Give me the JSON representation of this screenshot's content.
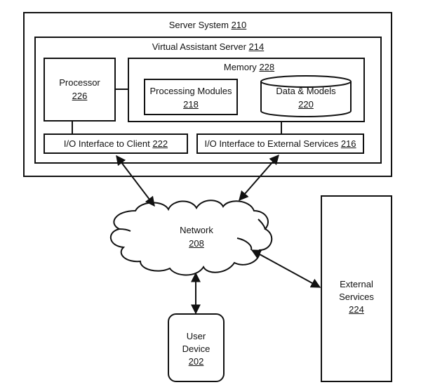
{
  "diagram": {
    "server_system": {
      "label": "Server System",
      "ref": "210"
    },
    "virtual_assistant_server": {
      "label": "Virtual Assistant Server",
      "ref": "214"
    },
    "processor": {
      "label": "Processor",
      "ref": "226"
    },
    "memory": {
      "label": "Memory",
      "ref": "228"
    },
    "processing_modules": {
      "label": "Processing Modules",
      "ref": "218"
    },
    "data_models": {
      "label": "Data & Models",
      "ref": "220"
    },
    "io_client": {
      "label": "I/O Interface to Client",
      "ref": "222"
    },
    "io_external": {
      "label": "I/O Interface to External Services",
      "ref": "216"
    },
    "network": {
      "label": "Network",
      "ref": "208"
    },
    "user_device": {
      "label_line1": "User",
      "label_line2": "Device",
      "ref": "202"
    },
    "external_services": {
      "label_line1": "External",
      "label_line2": "Services",
      "ref": "224"
    },
    "connections": [
      {
        "from": "processor",
        "to": "memory",
        "type": "line"
      },
      {
        "from": "processor",
        "to": "io_client",
        "type": "line"
      },
      {
        "from": "memory",
        "to": "io_external",
        "type": "line"
      },
      {
        "from": "io_client",
        "to": "network",
        "type": "bidirectional-arrow"
      },
      {
        "from": "io_external",
        "to": "network",
        "type": "bidirectional-arrow"
      },
      {
        "from": "network",
        "to": "user_device",
        "type": "bidirectional-arrow"
      },
      {
        "from": "network",
        "to": "external_services",
        "type": "bidirectional-arrow"
      }
    ]
  }
}
